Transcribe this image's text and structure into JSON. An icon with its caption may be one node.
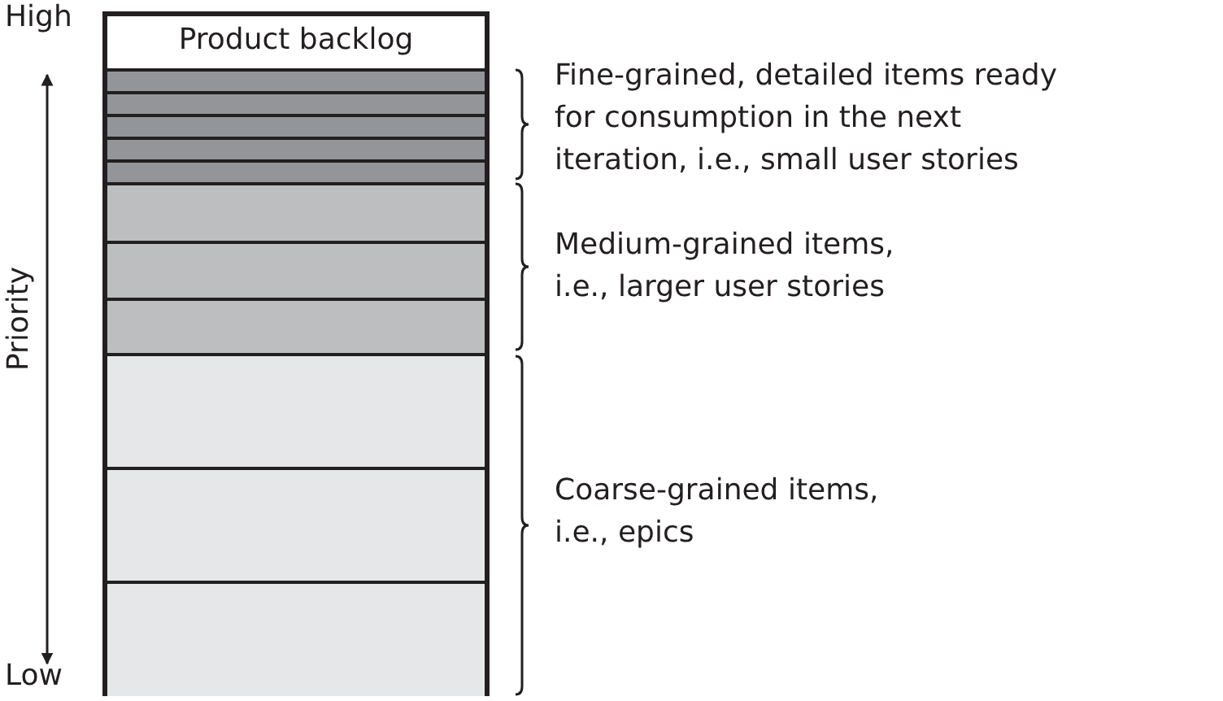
{
  "diagram": {
    "nodes": [
      {
        "text": [
          "Product backlog"
        ]
      },
      {
        "text": [],
        "shape": "box",
        "in": 0
      },
      {
        "text": [],
        "shape": "box",
        "in": 0
      },
      {
        "text": [],
        "shape": "box",
        "in": 0
      },
      {
        "text": [],
        "shape": "box",
        "in": 0
      },
      {
        "text": [],
        "shape": "box",
        "in": 0
      },
      {
        "text": [],
        "shape": "box",
        "in": 0
      },
      {
        "text": [],
        "shape": "box",
        "in": 0
      },
      {
        "text": [],
        "shape": "box",
        "in": 0
      },
      {
        "text": [],
        "shape": "box",
        "in": 0
      },
      {
        "text": [],
        "shape": "box",
        "in": 0
      },
      {
        "text": [],
        "shape": "box",
        "in": 0
      }
    ],
    "labels": [
      "High",
      "Priority",
      "Low",
      "Fine-grained, detailed items ready for consumption in the next iteration, i.e., small user stories",
      "Medium-grained items, i.e., larger user stories",
      "Coarse-grained items, i.e., epics"
    ]
  }
}
